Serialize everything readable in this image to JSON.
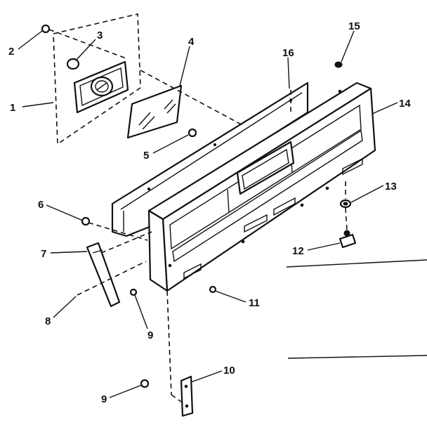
{
  "diagram": {
    "callouts": [
      {
        "id": "c1",
        "label": "1"
      },
      {
        "id": "c2",
        "label": "2"
      },
      {
        "id": "c3",
        "label": "3"
      },
      {
        "id": "c4",
        "label": "4"
      },
      {
        "id": "c5",
        "label": "5"
      },
      {
        "id": "c6",
        "label": "6"
      },
      {
        "id": "c7",
        "label": "7"
      },
      {
        "id": "c8",
        "label": "8"
      },
      {
        "id": "c9a",
        "label": "9"
      },
      {
        "id": "c9b",
        "label": "9"
      },
      {
        "id": "c10",
        "label": "10"
      },
      {
        "id": "c11",
        "label": "11"
      },
      {
        "id": "c12",
        "label": "12"
      },
      {
        "id": "c13",
        "label": "13"
      },
      {
        "id": "c14",
        "label": "14"
      },
      {
        "id": "c15",
        "label": "15"
      },
      {
        "id": "c16",
        "label": "16"
      }
    ]
  }
}
